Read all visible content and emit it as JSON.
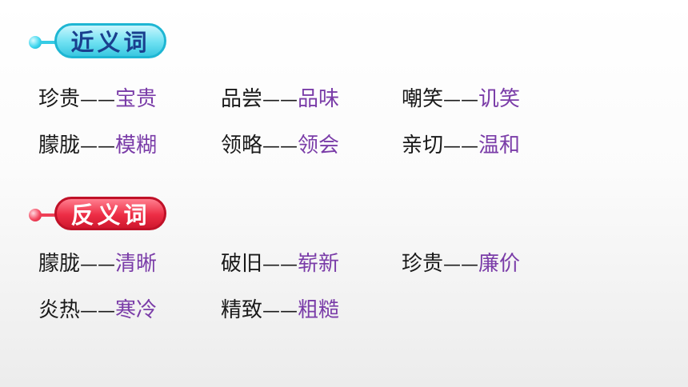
{
  "synonyms": {
    "title": "近义词",
    "pairs": [
      {
        "word": "珍贵",
        "dash": "——",
        "answer": "宝贵"
      },
      {
        "word": "品尝",
        "dash": "——",
        "answer": "品味"
      },
      {
        "word": "嘲笑",
        "dash": "——",
        "answer": "讥笑"
      },
      {
        "word": "朦胧",
        "dash": "——",
        "answer": "模糊"
      },
      {
        "word": "领略",
        "dash": "——",
        "answer": "领会"
      },
      {
        "word": "亲切",
        "dash": "——",
        "answer": "温和"
      }
    ]
  },
  "antonyms": {
    "title": "反义词",
    "pairs": [
      {
        "word": "朦胧",
        "dash": "——",
        "answer": "清晰"
      },
      {
        "word": "破旧",
        "dash": "——",
        "answer": "崭新"
      },
      {
        "word": "珍贵",
        "dash": "——",
        "answer": "廉价"
      },
      {
        "word": "炎热",
        "dash": "——",
        "answer": "寒冷"
      },
      {
        "word": "精致",
        "dash": "——",
        "answer": "粗糙"
      }
    ]
  },
  "colors": {
    "synonym_accent": "#39c7e1",
    "antonym_accent": "#ed2d45",
    "answer_text": "#7a3ca8"
  }
}
